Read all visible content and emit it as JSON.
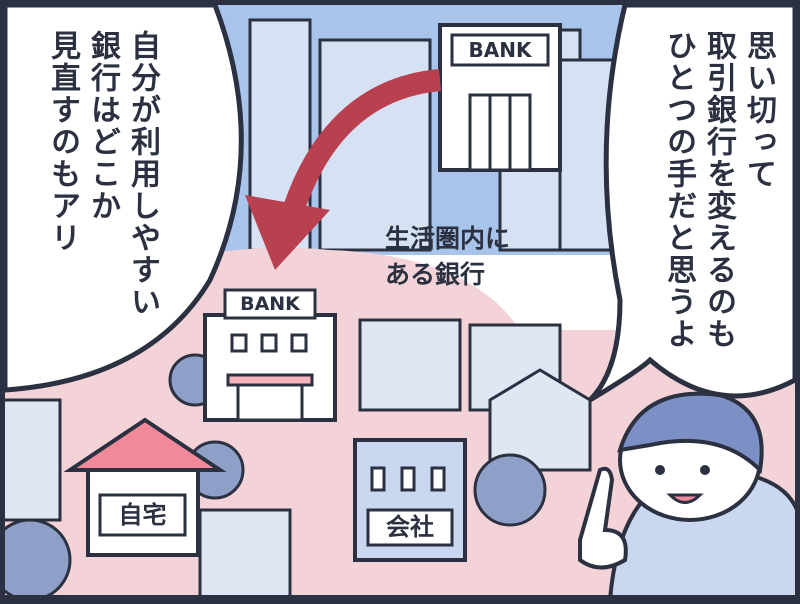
{
  "panel": {
    "left_bubble": {
      "lines": [
        "自分が利用しやすい",
        "銀行はどこか",
        "見直すのもアリ"
      ]
    },
    "right_bubble": {
      "lines": [
        "思い切って",
        "取引銀行を変えるのも",
        "ひとつの手だと思うよ"
      ]
    },
    "caption": {
      "lines": [
        "生活圏内に",
        "ある銀行"
      ]
    },
    "signs": {
      "far_bank": "BANK",
      "near_bank": "BANK",
      "home": "自宅",
      "office": "会社"
    },
    "colors": {
      "sky": "#a9c4ea",
      "pink_area": "#f4d3d8",
      "arrow": "#b8404f",
      "outline": "#2b3140",
      "building_blue": "#c9d8f0"
    }
  }
}
